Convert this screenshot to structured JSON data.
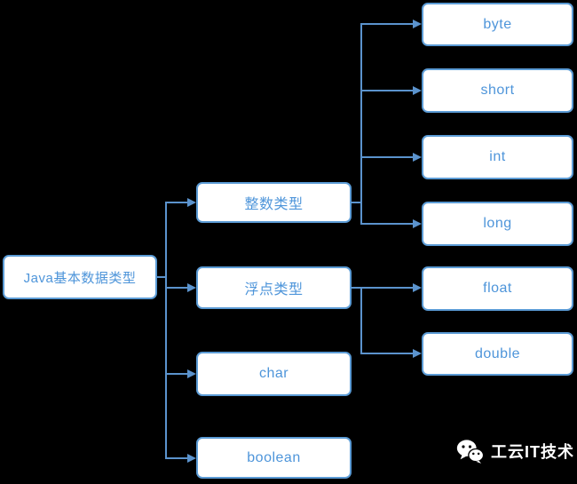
{
  "diagram": {
    "root": {
      "label": "Java基本数据类型"
    },
    "branches": [
      {
        "label": "整数类型",
        "children": [
          "byte",
          "short",
          "int",
          "long"
        ]
      },
      {
        "label": "浮点类型",
        "children": [
          "float",
          "double"
        ]
      },
      {
        "label": "char",
        "children": []
      },
      {
        "label": "boolean",
        "children": []
      }
    ]
  },
  "watermark": {
    "label": "工云IT技术",
    "icon": "wechat-icon"
  },
  "colors": {
    "background": "#000000",
    "node_fill": "#ffffff",
    "node_border": "#5b9bd5",
    "node_text": "#4e95da",
    "connector": "#5b93cd",
    "watermark_text": "#ffffff"
  }
}
